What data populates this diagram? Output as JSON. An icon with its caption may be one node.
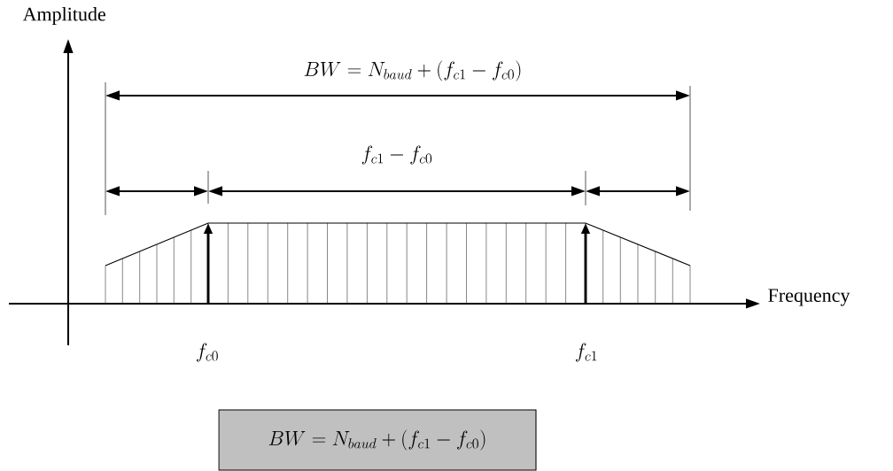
{
  "diagram": {
    "nodes": [
      {
        "text": [
          "BW = N_{baud} + (f_{c1} - f_{c0})"
        ]
      }
    ],
    "labels": [
      "Amplitude",
      "BW = N_{baud} + (f_{c1} - f_{c0})",
      "f_{c1} - f_{c0}",
      "Frequency",
      "f_{c0}",
      "f_{c1}"
    ]
  }
}
